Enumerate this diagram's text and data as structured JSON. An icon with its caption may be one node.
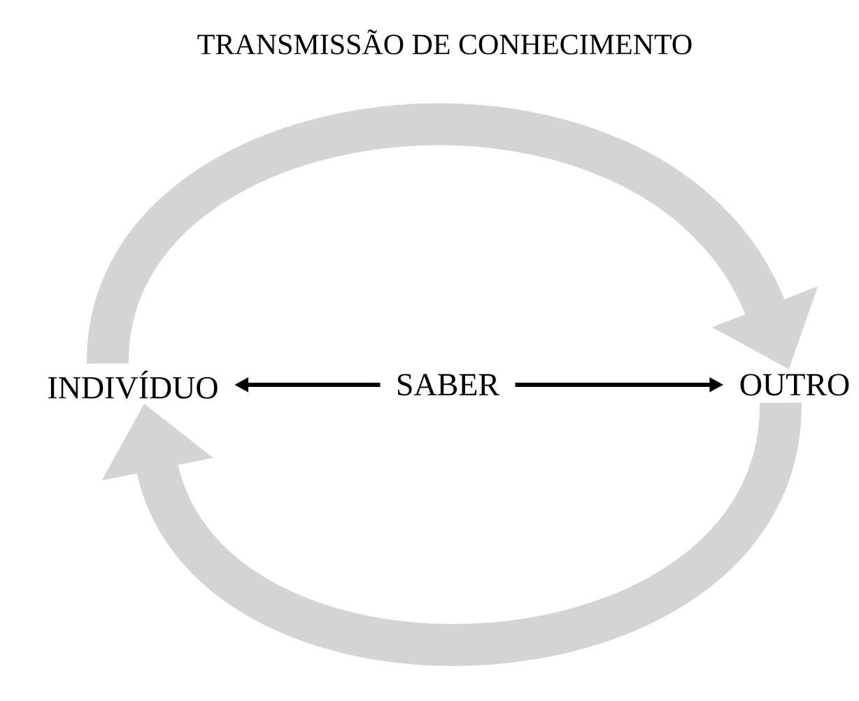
{
  "diagram": {
    "title": "TRANSMISSÃO DE CONHECIMENTO",
    "nodes": [
      {
        "text": [
          "INDIVÍDUO"
        ]
      },
      {
        "text": [
          "SABER"
        ]
      },
      {
        "text": [
          "OUTRO"
        ]
      }
    ],
    "edges": [
      {
        "from": 1,
        "to": 0,
        "arrow": "to"
      },
      {
        "from": 1,
        "to": 2,
        "arrow": "to"
      },
      {
        "from": 0,
        "to": 2,
        "arrow": "to",
        "style": "thick",
        "color": "#d4d4d4"
      },
      {
        "from": 2,
        "to": 0,
        "arrow": "to",
        "style": "thick",
        "color": "#d4d4d4"
      }
    ]
  }
}
